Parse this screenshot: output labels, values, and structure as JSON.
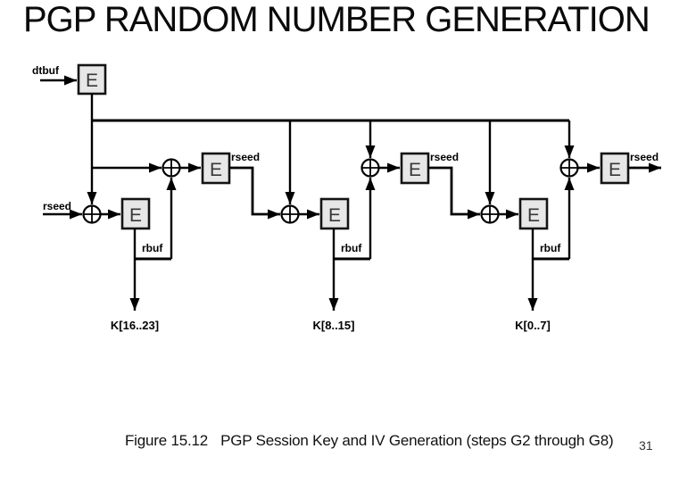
{
  "title": "PGP RANDOM NUMBER GENERATION",
  "diagram": {
    "labels": {
      "dtbuf": "dtbuf",
      "rseed_in": "rseed",
      "rseed": "rseed",
      "rbuf": "rbuf",
      "e": "E"
    },
    "outputs": [
      "K[16..23]",
      "K[8..15]",
      "K[0..7]"
    ],
    "colors": {
      "line": "#000000",
      "box_fill": "#e7e7e7",
      "box_border": "#141414",
      "e_letter": "#383838",
      "background": "#ffffff"
    }
  },
  "caption": {
    "figure": "Figure 15.12",
    "text": "PGP Session Key and IV Generation (steps G2 through G8)"
  },
  "page_number": "31"
}
